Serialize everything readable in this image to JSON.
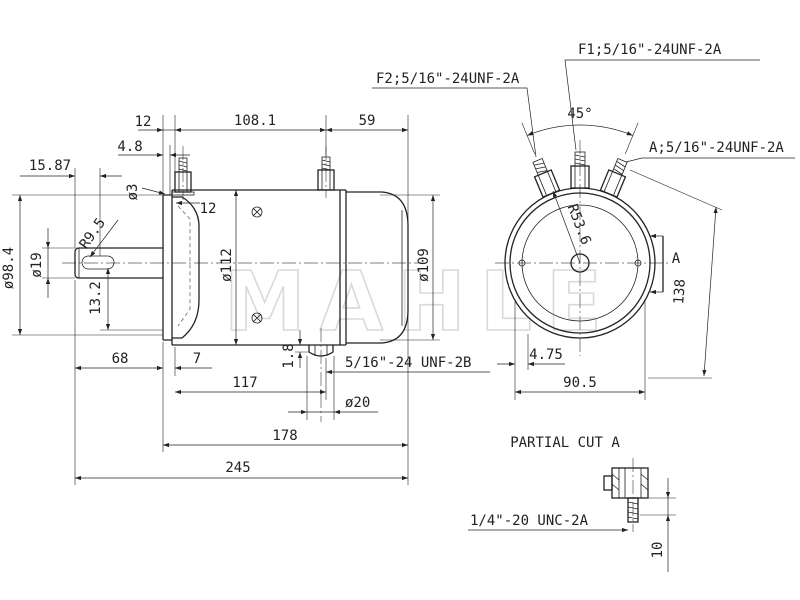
{
  "watermark": "MAHLE",
  "side_view": {
    "dim_12_top": "12",
    "dim_108_1": "108.1",
    "dim_59": "59",
    "dim_4_8": "4.8",
    "dim_15_87": "15.87",
    "dim_o3": "ø3",
    "dim_12_flange": "12",
    "dim_r9_5": "R9.5",
    "dim_o98_4": "ø98.4",
    "dim_o19": "ø19",
    "dim_o112": "ø112",
    "dim_o109": "ø109",
    "dim_13_2": "13.2",
    "dim_1_8": "1.8",
    "thread_bottom": "5/16\"-24 UNF-2B",
    "dim_68": "68",
    "dim_7": "7",
    "dim_117": "117",
    "dim_o20": "ø20",
    "dim_178": "178",
    "dim_245": "245"
  },
  "end_view": {
    "terminal_f1": "F1;5/16\"-24UNF-2A",
    "terminal_f2": "F2;5/16\"-24UNF-2A",
    "terminal_a": "A;5/16\"-24UNF-2A",
    "angle": "45°",
    "radius": "R53.6",
    "section_mark": "A",
    "dim_138": "138",
    "dim_4_75": "4.75",
    "dim_90_5": "90.5"
  },
  "partial_cut": {
    "title": "PARTIAL CUT A",
    "thread": "1/4\"-20 UNC-2A",
    "dim_10": "10"
  }
}
